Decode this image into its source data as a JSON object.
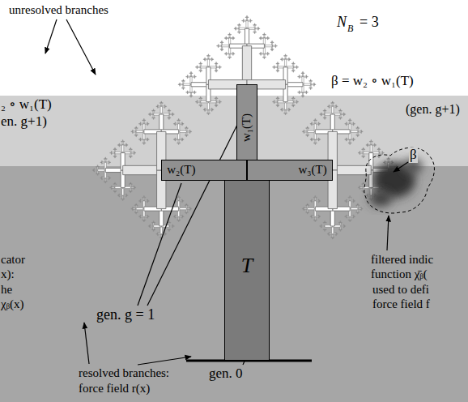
{
  "diagram": {
    "nodes": [
      {
        "text": [
          "T"
        ]
      },
      {
        "text": [
          "w₁(T)"
        ]
      },
      {
        "text": [
          "w₂(T)"
        ]
      },
      {
        "text": [
          "w₃(T)"
        ]
      }
    ],
    "labels": [
      "unresolved branches",
      "N",
      "B",
      "= 3",
      "β = w₂ ∘ w₁(T)",
      "(gen. g+1)",
      "₂ ∘ w₁(T)",
      "en. g+1)",
      "β",
      "filtered indic",
      "function χ̄ᵦ(",
      "used to defi",
      "force field f",
      "cator",
      "x):",
      "he",
      "χᵦ(x)",
      "gen. g = 1",
      "gen. 0",
      "resolved branches:",
      "force field r(x)"
    ]
  }
}
